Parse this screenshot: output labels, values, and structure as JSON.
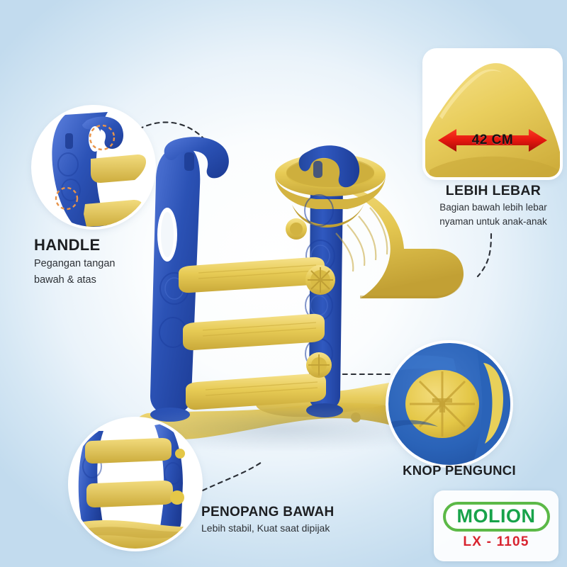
{
  "page": {
    "type": "product-infographic",
    "language": "id",
    "background_color": "#c3dcee",
    "center_background_color": "#ffffff"
  },
  "product": {
    "name": "Perosotan anak / Kids slide",
    "colors": {
      "blue": "#2b52b5",
      "blue_dark": "#1d3b92",
      "blue_light": "#4f77d8",
      "yellow": "#e7cb55",
      "yellow_dark": "#c9a93a",
      "yellow_light": "#f3dd7e"
    }
  },
  "features": [
    {
      "id": "handle",
      "title": "HANDLE",
      "description": "Pegangan tangan\nbawah & atas",
      "description_lines": [
        "Pegangan tangan",
        "bawah & atas"
      ],
      "inset_shape": "circle",
      "highlight_color": "#e8944a"
    },
    {
      "id": "lebih-lebar",
      "title": "LEBIH LEBAR",
      "description_lines": [
        "Bagian bawah lebih lebar",
        "nyaman untuk anak-anak"
      ],
      "inset_shape": "rounded-rect",
      "badge": {
        "label": "42 CM",
        "arrow_color": "#e8211a",
        "text_color": "#141414"
      }
    },
    {
      "id": "knop-pengunci",
      "title": "KNOP PENGUNCI",
      "description_lines": [],
      "inset_shape": "circle",
      "knob_color": "#e7c845"
    },
    {
      "id": "penopang-bawah",
      "title": "PENOPANG BAWAH",
      "description_lines": [
        "Lebih stabil, Kuat saat dipijak"
      ],
      "inset_shape": "circle"
    }
  ],
  "brand": {
    "name": "MOLION",
    "name_color": "#18a34a",
    "pill_border_color": "#5cb947",
    "model": "LX - 1105",
    "model_color": "#d8232f"
  }
}
